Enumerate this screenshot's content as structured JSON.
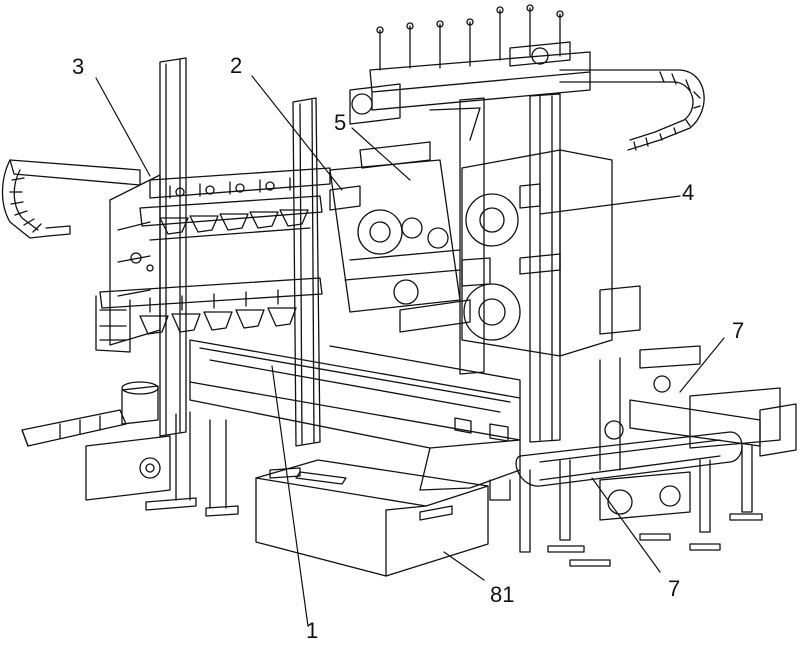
{
  "figure": {
    "labels": [
      {
        "id": "label-1",
        "text": "1"
      },
      {
        "id": "label-2",
        "text": "2"
      },
      {
        "id": "label-3",
        "text": "3"
      },
      {
        "id": "label-4",
        "text": "4"
      },
      {
        "id": "label-5",
        "text": "5"
      },
      {
        "id": "label-7a",
        "text": "7"
      },
      {
        "id": "label-7b",
        "text": "7"
      },
      {
        "id": "label-81",
        "text": "81"
      }
    ]
  },
  "colors": {
    "ink": "#111111",
    "background": "#ffffff"
  }
}
